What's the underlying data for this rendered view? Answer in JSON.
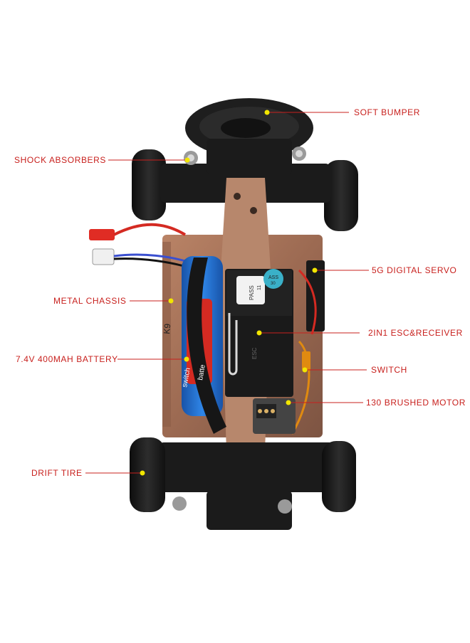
{
  "labels": {
    "soft_bumper": "SOFT BUMPER",
    "shock_absorbers": "SHOCK ABSORBERS",
    "servo": "5G DIGITAL SERVO",
    "metal_chassis": "METAL CHASSIS",
    "esc_receiver": "2IN1 ESC&RECEIVER",
    "battery": "7.4V 400MAH BATTERY",
    "switch": "SWITCH",
    "motor": "130 BRUSHED MOTOR",
    "drift_tire": "DRIFT TIRE"
  },
  "printed": {
    "pass_sticker": "PASS",
    "pass_sticker_num": "11",
    "pass_sticker_top": "ASS",
    "pass_sticker_top_num": "30",
    "battery_text_1": "switch",
    "battery_text_2": "batte",
    "battery_brand": "K9",
    "board_text": "ESC"
  },
  "colors": {
    "label": "#c8201d",
    "leader": "#c8201d",
    "dot": "#f2e600",
    "chassis": "#a8745a",
    "black_part": "#1b1b1b",
    "battery_blue": "#1f6fd1",
    "battery_red": "#d42a22"
  }
}
